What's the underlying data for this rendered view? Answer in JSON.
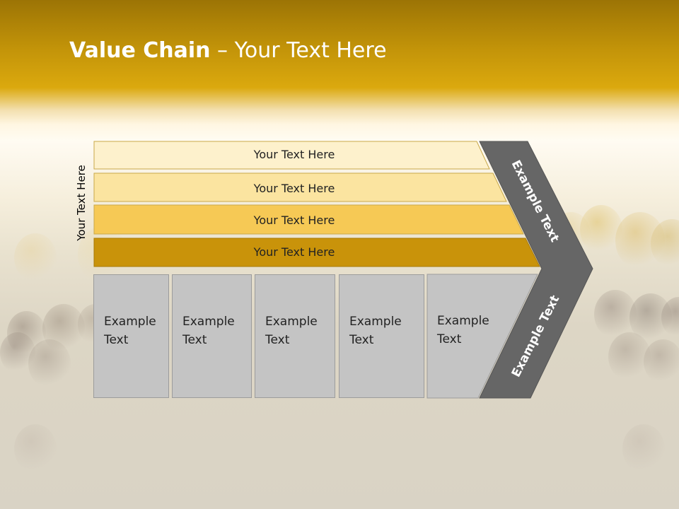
{
  "title": {
    "bold": "Value Chain",
    "rest": " – Your Text Here"
  },
  "side_label": "Your Text Here",
  "bands": [
    "Your Text Here",
    "Your Text Here",
    "Your Text Here",
    "Your Text Here"
  ],
  "chevron": {
    "upper": "Example Text",
    "lower": "Example Text"
  },
  "boxes": [
    {
      "line1": "Example",
      "line2": "Text"
    },
    {
      "line1": "Example",
      "line2": "Text"
    },
    {
      "line1": "Example",
      "line2": "Text"
    },
    {
      "line1": "Example",
      "line2": "Text"
    },
    {
      "line1": "Example",
      "line2": "Text"
    }
  ],
  "colors": {
    "header_gold": "#d4a20c",
    "band_1": "#fdf1cc",
    "band_2": "#fbe4a0",
    "band_3": "#f6c955",
    "band_4": "#c9930a",
    "chevron": "#666666",
    "box": "#c4c4c4"
  }
}
